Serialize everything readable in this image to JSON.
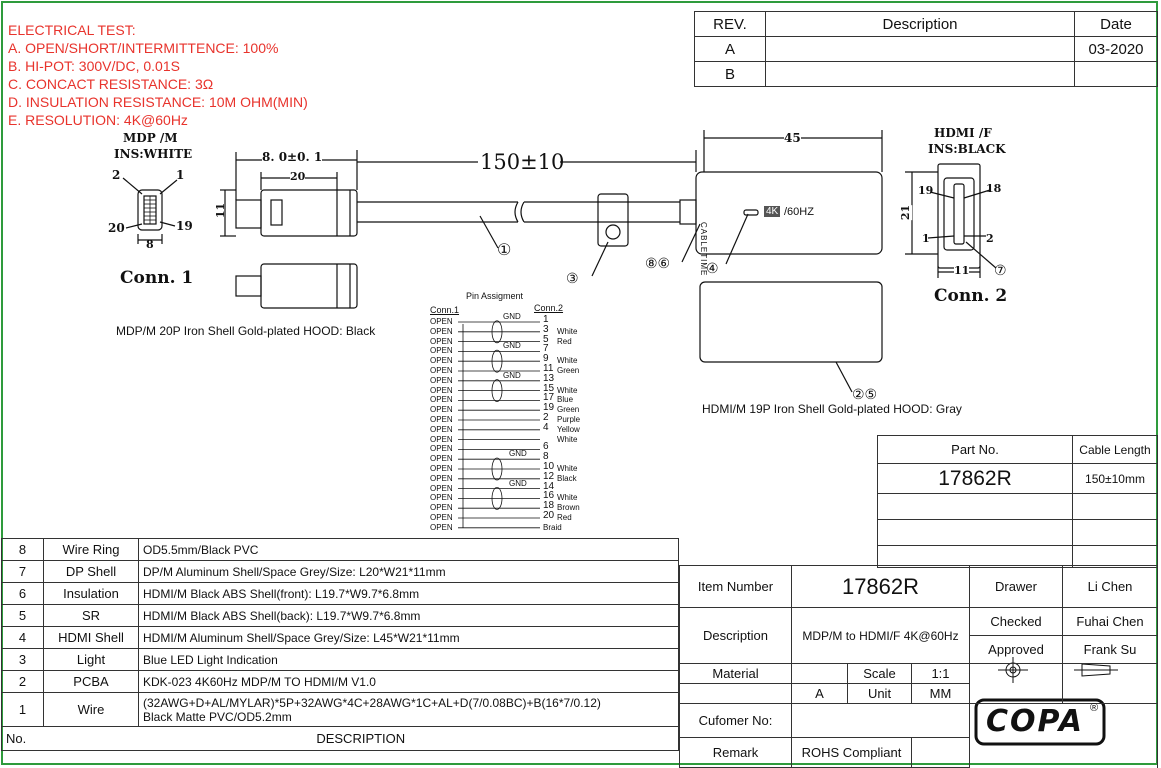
{
  "electrical_test": {
    "title": "ELECTRICAL TEST:",
    "a": "A. OPEN/SHORT/INTERMITTENCE: 100%",
    "b": "B. HI-POT: 300V/DC, 0.01S",
    "c": "C. CONCACT RESISTANCE: 3Ω",
    "d": "D. INSULATION RESISTANCE: 10M OHM(MIN)",
    "e": "E. RESOLUTION: 4K@60Hz"
  },
  "revision": {
    "headers": [
      "REV.",
      "Description",
      "Date"
    ],
    "rows": [
      [
        "A",
        "",
        "03-2020"
      ],
      [
        "B",
        "",
        ""
      ]
    ]
  },
  "drawing": {
    "mdp_title": "MDP /M",
    "mdp_ins": "INS:WHITE",
    "hdmi_title": "HDMI /F",
    "hdmi_ins": "INS:BLACK",
    "dim_8": "8. 0±0. 1",
    "dim_20": "20",
    "dim_11_v": "11",
    "dim_150": "150±10",
    "dim_45": "45",
    "dim_21": "21",
    "dim_11_h": "11",
    "dim_8_small": "8",
    "pin2": "2",
    "pin1": "1",
    "pin20": "20",
    "pin19": "19",
    "hpin19": "19",
    "hpin18": "18",
    "hpin1": "1",
    "hpin2": "2",
    "conn1": "Conn. 1",
    "conn2": "Conn. 2",
    "brand_side": "CABLETIME",
    "badge_4k": "4K",
    "badge_hz": "/60HZ",
    "callout_1": "①",
    "callout_3": "③",
    "callout_86": "⑧⑥",
    "callout_4": "④",
    "callout_7": "⑦",
    "callout_25": "②⑤",
    "mdp_desc": "MDP/M 20P Iron Shell Gold-plated HOOD: Black",
    "hdmi_desc": "HDMI/M 19P Iron Shell Gold-plated HOOD: Gray"
  },
  "pin_assignment": {
    "title": "Pin Assigment",
    "conn1": "Conn.1",
    "conn2": "Conn.2",
    "open": "OPEN",
    "gnd": "GND",
    "braid": "Braid",
    "pins": [
      {
        "n": "1",
        "c": ""
      },
      {
        "n": "3",
        "c": "White"
      },
      {
        "n": "5",
        "c": "Red"
      },
      {
        "n": "7",
        "c": ""
      },
      {
        "n": "9",
        "c": "White"
      },
      {
        "n": "11",
        "c": "Green"
      },
      {
        "n": "13",
        "c": ""
      },
      {
        "n": "15",
        "c": "White"
      },
      {
        "n": "17",
        "c": "Blue"
      },
      {
        "n": "19",
        "c": "Green"
      },
      {
        "n": "2",
        "c": "Purple"
      },
      {
        "n": "4",
        "c": "Yellow"
      },
      {
        "n": "",
        "c": "White"
      },
      {
        "n": "6",
        "c": ""
      },
      {
        "n": "8",
        "c": ""
      },
      {
        "n": "10",
        "c": "White"
      },
      {
        "n": "12",
        "c": "Black"
      },
      {
        "n": "14",
        "c": ""
      },
      {
        "n": "16",
        "c": "White"
      },
      {
        "n": "18",
        "c": "Brown"
      },
      {
        "n": "20",
        "c": "Red"
      }
    ]
  },
  "part_info": {
    "part_no_label": "Part No.",
    "cable_length_label": "Cable Length",
    "part_no": "17862R",
    "cable_length": "150±10mm"
  },
  "bom": {
    "rows": [
      [
        "8",
        "Wire Ring",
        "OD5.5mm/Black PVC"
      ],
      [
        "7",
        "DP Shell",
        "DP/M Aluminum Shell/Space Grey/Size: L20*W21*11mm"
      ],
      [
        "6",
        "Insulation",
        "HDMI/M Black ABS Shell(front): L19.7*W9.7*6.8mm"
      ],
      [
        "5",
        "SR",
        "HDMI/M Black ABS Shell(back): L19.7*W9.7*6.8mm"
      ],
      [
        "4",
        "HDMI Shell",
        "HDMI/M Aluminum Shell/Space Grey/Size: L45*W21*11mm"
      ],
      [
        "3",
        "Light",
        "Blue LED Light Indication"
      ],
      [
        "2",
        "PCBA",
        "KDK-023 4K60Hz MDP/M TO HDMI/M V1.0"
      ]
    ],
    "wire_no": "1",
    "wire_name": "Wire",
    "wire_desc1": "(32AWG+D+AL/MYLAR)*5P+32AWG*4C+28AWG*1C+AL+D(7/0.08BC)+B(16*7/0.12)",
    "wire_desc2": "Black Matte PVC/OD5.2mm",
    "footer_no": "No.",
    "footer_desc": "DESCRIPTION"
  },
  "title_block": {
    "item_number_label": "Item Number",
    "item_number": "17862R",
    "drawer_label": "Drawer",
    "drawer": "Li Chen",
    "description_label": "Description",
    "description": "MDP/M to HDMI/F 4K@60Hz",
    "checked_label": "Checked",
    "checked": "Fuhai Chen",
    "approved_label": "Approved",
    "approved": "Frank Su",
    "material_label": "Material",
    "scale_label": "Scale",
    "scale": "1:1",
    "rev_value": "A",
    "unit_label": "Unit",
    "unit": "MM",
    "customer_label": "Cufomer No:",
    "remark_label": "Remark",
    "remark": "ROHS Compliant",
    "logo": "COPA",
    "logo_mark": "®"
  },
  "colors": {
    "frame": "#2e9b3c",
    "red_text": "#e8332c",
    "accent": "#c03ac0"
  }
}
